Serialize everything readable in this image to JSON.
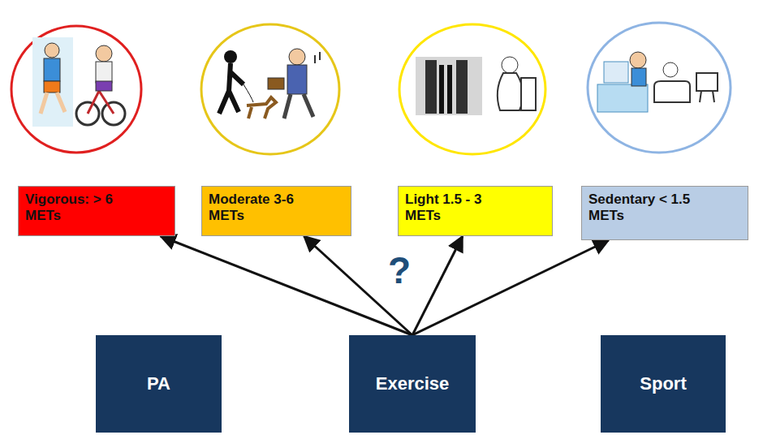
{
  "diagram": {
    "nodes": [
      {
        "text": [
          "Vigorous: > 6 METs"
        ]
      },
      {
        "text": [
          "Moderate 3-6 METs"
        ]
      },
      {
        "text": [
          "Light 1.5 - 3 METs"
        ]
      },
      {
        "text": [
          "Sedentary < 1.5 METs"
        ]
      },
      {
        "text": [
          "PA"
        ]
      },
      {
        "text": [
          "Exercise"
        ]
      },
      {
        "text": [
          "Sport"
        ]
      }
    ],
    "edges": [
      {
        "from": 5,
        "to": 0,
        "arrow": "to"
      },
      {
        "from": 5,
        "to": 1,
        "arrow": "to"
      },
      {
        "from": 5,
        "to": 2,
        "arrow": "to"
      },
      {
        "from": 5,
        "to": 3,
        "arrow": "to"
      }
    ],
    "labels": [
      "?"
    ]
  }
}
